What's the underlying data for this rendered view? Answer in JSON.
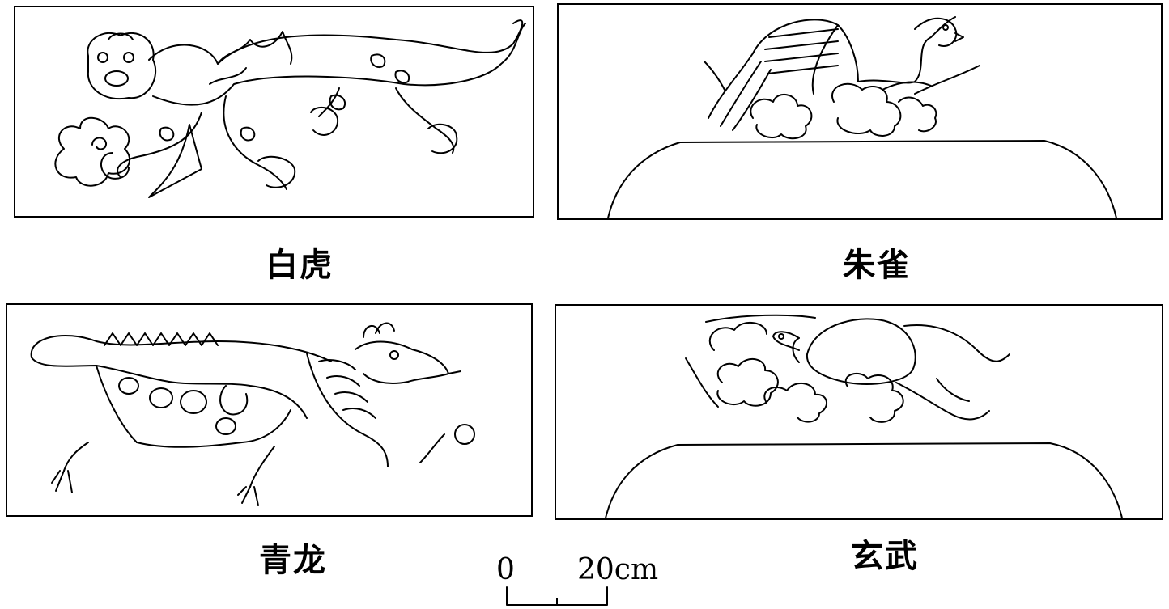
{
  "panels": {
    "tiger": {
      "caption": "白虎"
    },
    "bird": {
      "caption": "朱雀"
    },
    "dragon": {
      "caption": "青龙"
    },
    "turtle": {
      "caption": "玄武"
    }
  },
  "scale_bar": {
    "start_label": "0",
    "end_label": "20cm"
  }
}
